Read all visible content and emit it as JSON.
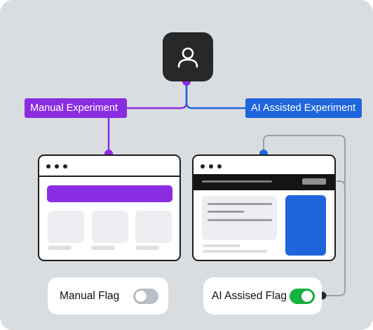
{
  "diagram": {
    "labels": {
      "manual": "Manual Experiment",
      "ai": "AI Assisted Experiment"
    },
    "flags": {
      "manual": {
        "label": "Manual Flag",
        "enabled": false
      },
      "ai": {
        "label": "AI Assised Flag",
        "enabled": true
      }
    },
    "colors": {
      "background": "#d9dde0",
      "manual": "#8a2de2",
      "ai": "#1f66dd",
      "toggle_on": "#15b240",
      "toggle_off": "#b9bfc8",
      "connector_gray": "#9aa0a6"
    },
    "icons": {
      "root": "user-icon"
    }
  }
}
